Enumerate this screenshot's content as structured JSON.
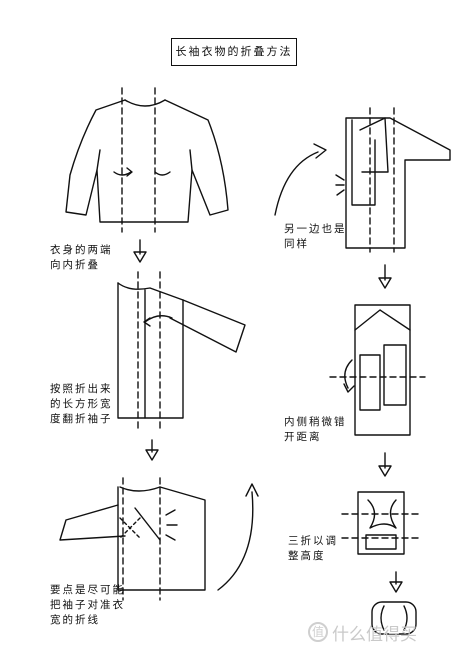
{
  "title": "长袖衣物的折叠方法",
  "notes": {
    "step1": "衣身的两端\n向内折叠",
    "step2": "按照折出来\n的长方形宽\n度翻折袖子",
    "step3": "要点是尽可能\n把袖子对准衣\n宽的折线",
    "step4": "另一边也是\n同样",
    "step5": "内侧稍微错\n开距离",
    "step6": "三折以调\n整高度"
  },
  "watermark": {
    "icon": "值",
    "text": "什么值得买"
  },
  "icons": [
    "down-arrow-icon",
    "curved-arrow-icon",
    "fold-arrow-icon"
  ]
}
